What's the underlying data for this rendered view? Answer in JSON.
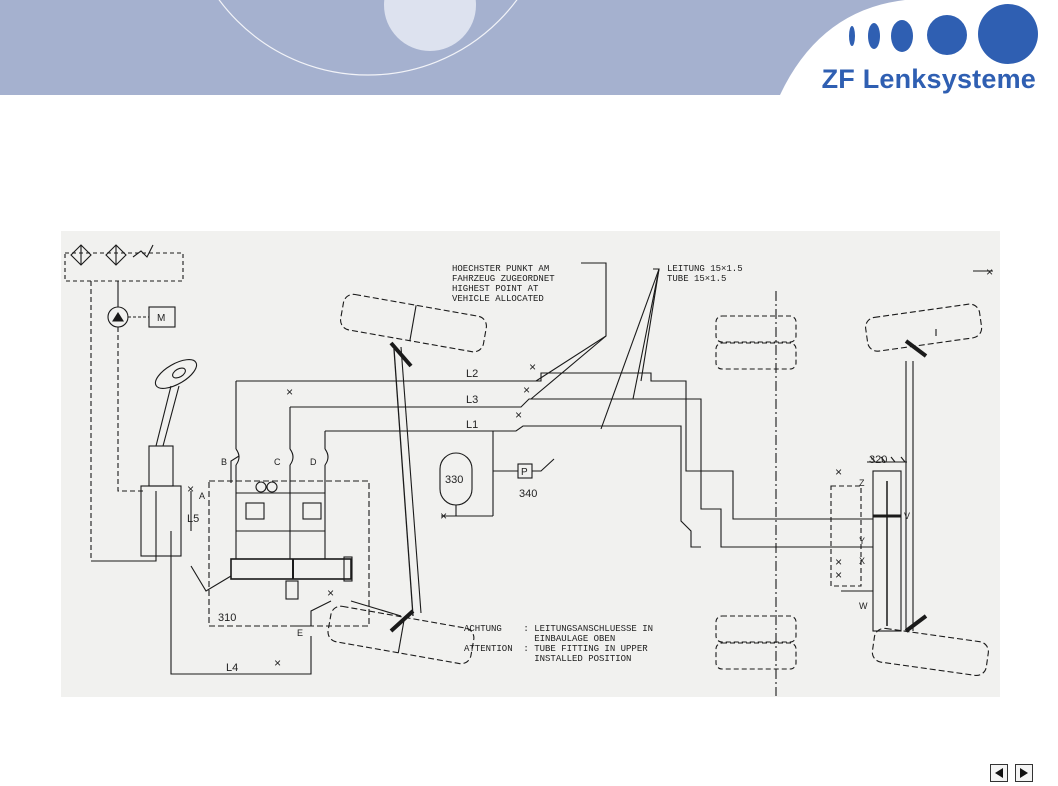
{
  "brand": {
    "name": "ZF Lenksysteme",
    "logo": "ZF Lenksysteme logo dots"
  },
  "diagram": {
    "notes": {
      "highest_point": [
        "HOECHSTER PUNKT AM",
        "FAHRZEUG ZUGEORDNET",
        "HIGHEST POINT AT",
        "VEHICLE ALLOCATED"
      ],
      "pipe": [
        "LEITUNG 15×1.5",
        "TUBE 15×1.5"
      ],
      "attention": [
        "ACHTUNG    : LEITUNGSANSCHLUESSE IN",
        "             EINBAULAGE OBEN",
        "ATTENTION  : TUBE FITTING IN UPPER",
        "             INSTALLED POSITION"
      ]
    },
    "lines": {
      "l1": "L1",
      "l2": "L2",
      "l3": "L3",
      "l4": "L4",
      "l5": "L5"
    },
    "ports": {
      "a": "A",
      "b": "B",
      "c": "C",
      "d": "D",
      "e": "E",
      "v": "V",
      "w": "W",
      "x": "X",
      "y": "Y",
      "z": "Z"
    },
    "components": {
      "c310": "310",
      "c320": "320",
      "c330": "330",
      "c340": "340",
      "motor": "M",
      "pressure": "P"
    }
  },
  "nav": {
    "prev_icon": "triangle-left",
    "next_icon": "triangle-right"
  },
  "colors": {
    "header": "#a5b1cf",
    "brand": "#2f5fb2",
    "drawing": "#1a1a1a"
  }
}
